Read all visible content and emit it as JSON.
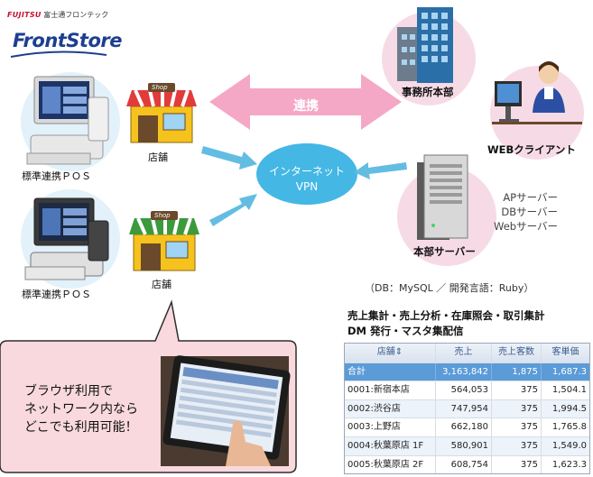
{
  "header": {
    "fujitsu_brand": "FUJITSU",
    "fujitsu_company": "富士通フロンテック",
    "product_logo": "FrontStore"
  },
  "nodes": {
    "pos_1": "標準連携ＰＯＳ",
    "pos_2": "標準連携ＰＯＳ",
    "store_1": "店舗",
    "store_2": "店舗",
    "shop_sign": "Shop",
    "cloud_line1": "インターネット",
    "cloud_line2": "VPN",
    "link_label": "連携",
    "office": "事務所本部",
    "web_client": "WEBクライアント",
    "server": "本部サーバー",
    "server_roles": [
      "APサーバー",
      "DBサーバー",
      "Webサーバー"
    ],
    "db_note": "（DB：MySQL ／ 開発言語：Ruby）"
  },
  "features": {
    "line1": "売上集計・売上分析・在庫照会・取引集計",
    "line2": "DM 発行・マスタ集配信"
  },
  "callout": {
    "line1": "ブラウザ利用で",
    "line2": "ネットワーク内なら",
    "line3": "どこでも利用可能！"
  },
  "table": {
    "headers": [
      "店舗⇕",
      "売上",
      "売上客数",
      "客単価"
    ],
    "total": [
      "合計",
      "3,163,842",
      "1,875",
      "1,687.3"
    ],
    "rows": [
      [
        "0001:新宿本店",
        "564,053",
        "375",
        "1,504.1"
      ],
      [
        "0002:渋谷店",
        "747,954",
        "375",
        "1,994.5"
      ],
      [
        "0003:上野店",
        "662,180",
        "375",
        "1,765.8"
      ],
      [
        "0004:秋葉原店 1F",
        "580,901",
        "375",
        "1,549.0"
      ],
      [
        "0005:秋葉原店 2F",
        "608,754",
        "375",
        "1,623.3"
      ]
    ]
  },
  "colors": {
    "pink_circle": "#f6dbe6",
    "cloud": "#44b7e4",
    "arrow_blue": "#63bde3",
    "link_arrow": "#f4a8c6",
    "callout_bg": "#f9d9dd",
    "total_row": "#5b9bd8"
  }
}
